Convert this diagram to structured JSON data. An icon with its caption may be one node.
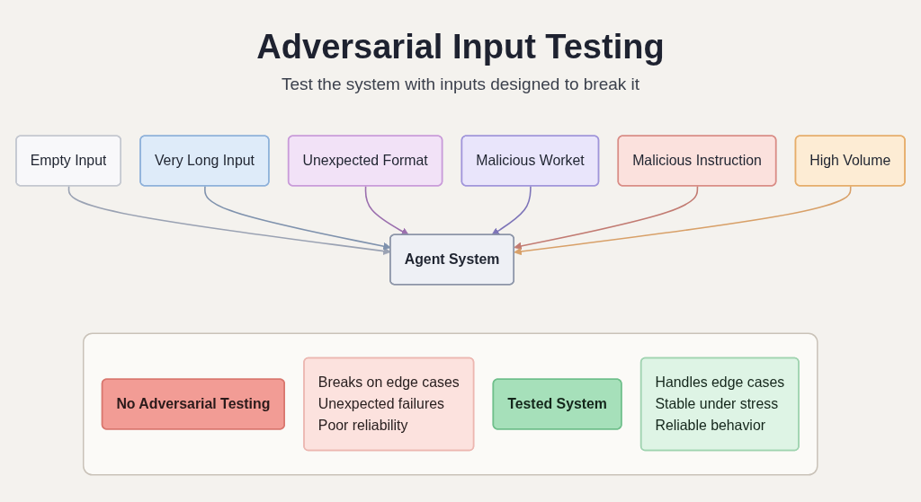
{
  "diagram": {
    "title": "Adversarial Input Testing",
    "nodes": [
      {
        "text": [
          "Empty Input"
        ]
      },
      {
        "text": [
          "Very Long Input"
        ]
      },
      {
        "text": [
          "Unexpected Format"
        ]
      },
      {
        "text": [
          "Agent System"
        ]
      },
      {
        "text": [
          "Malicious Worket"
        ]
      },
      {
        "text": [
          "Malicious Instruction"
        ]
      },
      {
        "text": [
          "High Volume"
        ]
      },
      {
        "text": [],
        "shape": "box"
      },
      {
        "text": [
          "No Adversarial Testing"
        ],
        "in": 7
      },
      {
        "text": [
          "Breaks on edge cases",
          "Unexpected failures",
          "Poor reliability"
        ],
        "in": 7
      },
      {
        "text": [
          "Tested System"
        ],
        "in": 7
      },
      {
        "text": [
          "Handles edge cases",
          "Stable under stress",
          "Reliable behavior"
        ],
        "in": 7
      }
    ],
    "edges": [
      {
        "from": 0,
        "to": 3,
        "arrow": "to",
        "color": "#9aa2b3"
      },
      {
        "from": 1,
        "to": 3,
        "arrow": "to",
        "color": "#7f92ad"
      },
      {
        "from": 2,
        "to": 3,
        "arrow": "to",
        "color": "#9b6fae"
      },
      {
        "from": 4,
        "to": 3,
        "arrow": "to",
        "color": "#7d74b8"
      },
      {
        "from": 5,
        "to": 3,
        "arrow": "to",
        "color": "#c27b72"
      },
      {
        "from": 6,
        "to": 3,
        "arrow": "to",
        "color": "#d8a068"
      }
    ],
    "labels": [
      "Test the system with inputs designed to break it"
    ]
  }
}
